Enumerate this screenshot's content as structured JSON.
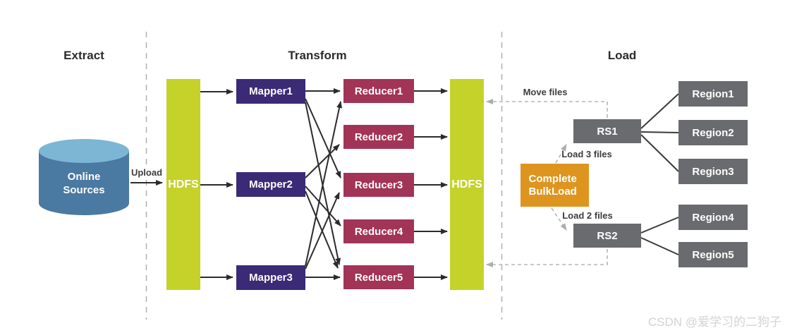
{
  "section_headers": {
    "extract": "Extract",
    "transform": "Transform",
    "load": "Load"
  },
  "extract": {
    "source_label": "Online Sources",
    "upload_label": "Upload",
    "hdfs_label": "HDFS"
  },
  "transform": {
    "mappers": [
      "Mapper1",
      "Mapper2",
      "Mapper3"
    ],
    "reducers": [
      "Reducer1",
      "Reducer2",
      "Reducer3",
      "Reducer4",
      "Reducer5"
    ],
    "hdfs_label": "HDFS"
  },
  "load": {
    "move_files_label": "Move files",
    "bulkload_label": "Complete BulkLoad",
    "load_3_label": "Load 3 files",
    "load_2_label": "Load 2 files",
    "region_servers": [
      "RS1",
      "RS2"
    ],
    "regions": [
      "Region1",
      "Region2",
      "Region3",
      "Region4",
      "Region5"
    ]
  },
  "watermark": "CSDN @爱学习的二狗子",
  "colors": {
    "hdfs_bar": "#c4d229",
    "mapper_box": "#3b2a75",
    "reducer_box": "#a23457",
    "bulkload_box": "#de951f",
    "server_box": "#6a6b6e",
    "cylinder_body": "#4a79a1",
    "cylinder_top": "#7cb6d4",
    "solid_arrow": "#2b2b2b",
    "dashed_arrow": "#b5b5b5",
    "divider": "#b0b0b0"
  }
}
